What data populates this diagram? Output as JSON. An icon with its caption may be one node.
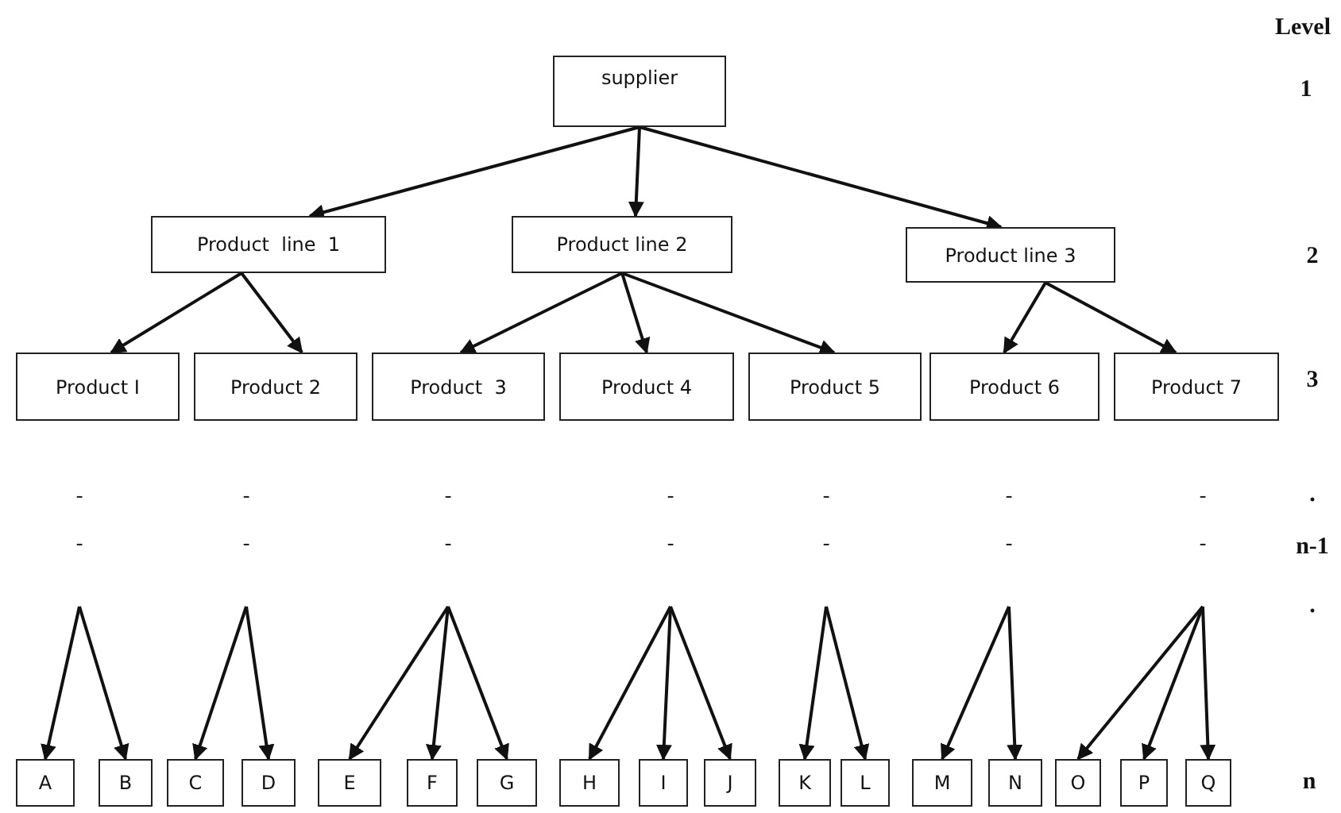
{
  "diagram": {
    "nodes": [
      {
        "text": [
          "supplier"
        ]
      },
      {
        "text": [
          "Product  line  1"
        ]
      },
      {
        "text": [
          "Product line 2"
        ]
      },
      {
        "text": [
          "Product line 3"
        ]
      },
      {
        "text": [
          "Product I"
        ]
      },
      {
        "text": [
          "Product 2"
        ]
      },
      {
        "text": [
          "Product  3"
        ]
      },
      {
        "text": [
          "Product 4"
        ]
      },
      {
        "text": [
          "Product 5"
        ]
      },
      {
        "text": [
          "Product 6"
        ]
      },
      {
        "text": [
          "Product 7"
        ]
      },
      {
        "text": [
          "A"
        ]
      },
      {
        "text": [
          "B"
        ]
      },
      {
        "text": [
          "C"
        ]
      },
      {
        "text": [
          "D"
        ]
      },
      {
        "text": [
          "E"
        ]
      },
      {
        "text": [
          "F"
        ]
      },
      {
        "text": [
          "G"
        ]
      },
      {
        "text": [
          "H"
        ]
      },
      {
        "text": [
          "I"
        ]
      },
      {
        "text": [
          "J"
        ]
      },
      {
        "text": [
          "K"
        ]
      },
      {
        "text": [
          "L"
        ]
      },
      {
        "text": [
          "M"
        ]
      },
      {
        "text": [
          "N"
        ]
      },
      {
        "text": [
          "O"
        ]
      },
      {
        "text": [
          "P"
        ]
      },
      {
        "text": [
          "Q"
        ]
      }
    ],
    "edges": [
      {
        "from": 0,
        "to": 1,
        "arrow": "to"
      },
      {
        "from": 0,
        "to": 2,
        "arrow": "to"
      },
      {
        "from": 0,
        "to": 3,
        "arrow": "to"
      },
      {
        "from": 1,
        "to": 4,
        "arrow": "to"
      },
      {
        "from": 1,
        "to": 5,
        "arrow": "to"
      },
      {
        "from": 2,
        "to": 6,
        "arrow": "to"
      },
      {
        "from": 2,
        "to": 7,
        "arrow": "to"
      },
      {
        "from": 2,
        "to": 8,
        "arrow": "to"
      },
      {
        "from": 3,
        "to": 9,
        "arrow": "to"
      },
      {
        "from": 3,
        "to": 10,
        "arrow": "to"
      },
      {
        "from": null,
        "to": 11,
        "arrow": "to"
      },
      {
        "from": null,
        "to": 12,
        "arrow": "to"
      },
      {
        "from": null,
        "to": 13,
        "arrow": "to"
      },
      {
        "from": null,
        "to": 14,
        "arrow": "to"
      },
      {
        "from": null,
        "to": 15,
        "arrow": "to"
      },
      {
        "from": null,
        "to": 16,
        "arrow": "to"
      },
      {
        "from": null,
        "to": 17,
        "arrow": "to"
      },
      {
        "from": null,
        "to": 18,
        "arrow": "to"
      },
      {
        "from": null,
        "to": 19,
        "arrow": "to"
      },
      {
        "from": null,
        "to": 20,
        "arrow": "to"
      },
      {
        "from": null,
        "to": 21,
        "arrow": "to"
      },
      {
        "from": null,
        "to": 22,
        "arrow": "to"
      },
      {
        "from": null,
        "to": 23,
        "arrow": "to"
      },
      {
        "from": null,
        "to": 24,
        "arrow": "to"
      },
      {
        "from": null,
        "to": 25,
        "arrow": "to"
      },
      {
        "from": null,
        "to": 26,
        "arrow": "to"
      },
      {
        "from": null,
        "to": 27,
        "arrow": "to"
      }
    ],
    "labels": [
      "Level",
      "1",
      "2",
      "3",
      "-",
      "-",
      "-",
      "-",
      "-",
      "-",
      "-",
      ".",
      "-",
      "-",
      "-",
      "-",
      "-",
      "-",
      "-",
      "n-1",
      ".",
      "n"
    ]
  }
}
